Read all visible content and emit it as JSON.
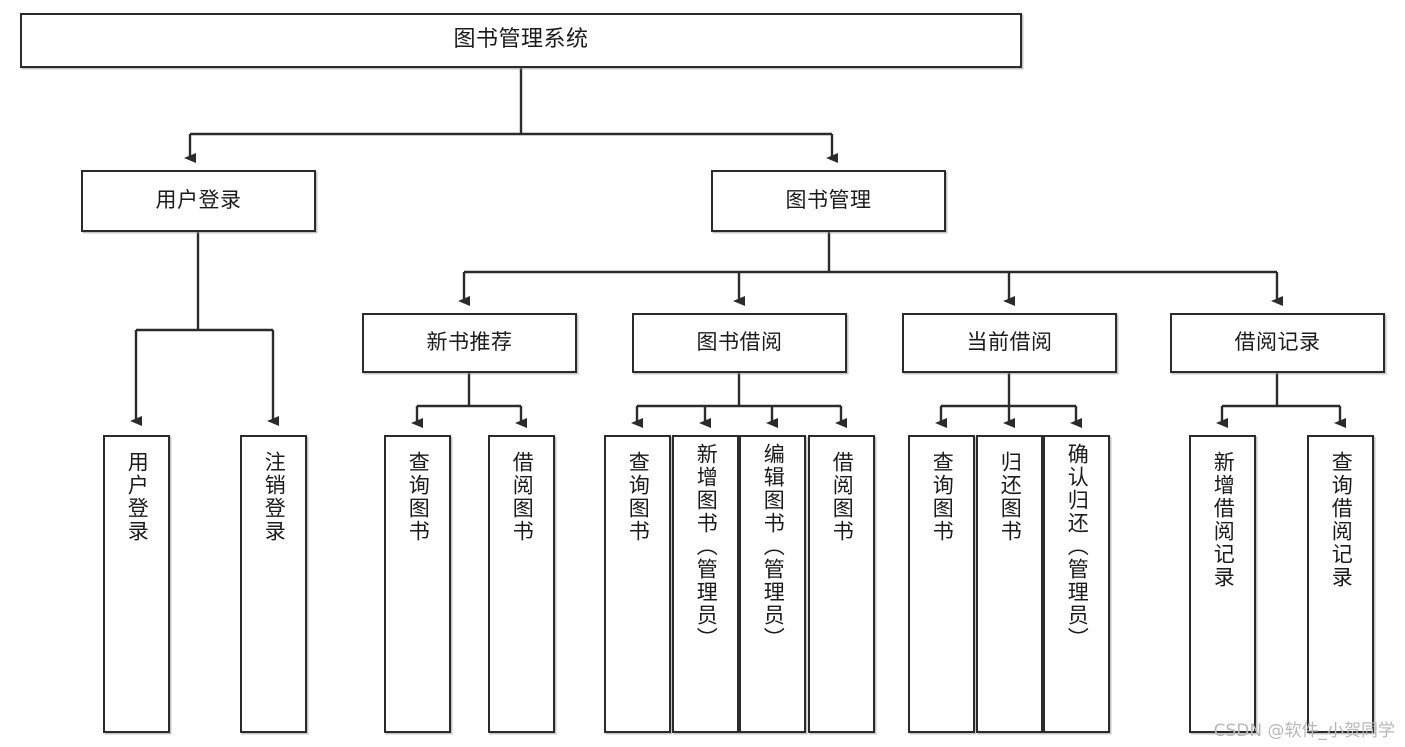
{
  "diagram": {
    "title": "图书管理系统",
    "type": "tree",
    "watermark": "CSDN @软件_小贺同学",
    "stroke_color": "#2b2b2b",
    "fill_color": "#ffffff",
    "text_color": "#1b1b1b",
    "nodes": {
      "root": {
        "label": "图书管理系统"
      },
      "level2": [
        {
          "id": "user-login",
          "label": "用户登录"
        },
        {
          "id": "book-manage",
          "label": "图书管理"
        }
      ],
      "level3": [
        {
          "id": "new-book-recommend",
          "label": "新书推荐"
        },
        {
          "id": "book-borrow",
          "label": "图书借阅"
        },
        {
          "id": "current-borrow",
          "label": "当前借阅"
        },
        {
          "id": "borrow-record",
          "label": "借阅记录"
        }
      ],
      "leaves": {
        "user-login": [
          {
            "id": "leaf-user-login",
            "label": "用户登录"
          },
          {
            "id": "leaf-user-logout",
            "label": "注销登录"
          }
        ],
        "new-book-recommend": [
          {
            "id": "leaf-query-book-1",
            "label": "查询图书"
          },
          {
            "id": "leaf-borrow-book-1",
            "label": "借阅图书"
          }
        ],
        "book-borrow": [
          {
            "id": "leaf-query-book-2",
            "label": "查询图书"
          },
          {
            "id": "leaf-add-book",
            "label": "新增图书（管理员）"
          },
          {
            "id": "leaf-edit-book",
            "label": "编辑图书（管理员）"
          },
          {
            "id": "leaf-borrow-book-2",
            "label": "借阅图书"
          }
        ],
        "current-borrow": [
          {
            "id": "leaf-query-book-3",
            "label": "查询图书"
          },
          {
            "id": "leaf-return-book",
            "label": "归还图书"
          },
          {
            "id": "leaf-confirm-return",
            "label": "确认归还（管理员）"
          }
        ],
        "borrow-record": [
          {
            "id": "leaf-add-record",
            "label": "新增借阅记录"
          },
          {
            "id": "leaf-query-record",
            "label": "查询借阅记录"
          }
        ]
      }
    }
  }
}
